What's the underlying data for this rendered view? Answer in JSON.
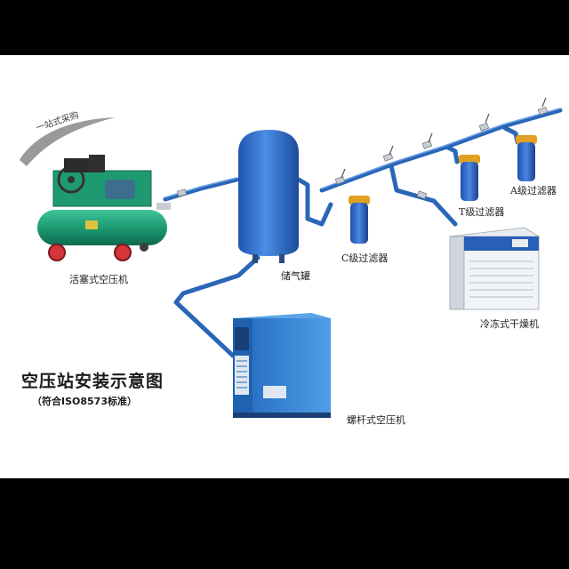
{
  "slogan": "一站式采购",
  "title": "空压站安装示意图",
  "subtitle": "（符合ISO8573标准）",
  "labels": {
    "piston_compressor": "活塞式空压机",
    "air_tank": "储气罐",
    "c_filter": "C级过滤器",
    "t_filter": "T级过滤器",
    "a_filter": "A级过滤器",
    "dryer": "冷冻式干燥机",
    "screw_compressor": "螺杆式空压机"
  },
  "colors": {
    "pipe": "#2a66b8",
    "tank": "#2f6fd0",
    "compressor_green": "#1e9a73",
    "screw_blue": "#2d7fcf",
    "filter_head": "#e0a020"
  }
}
